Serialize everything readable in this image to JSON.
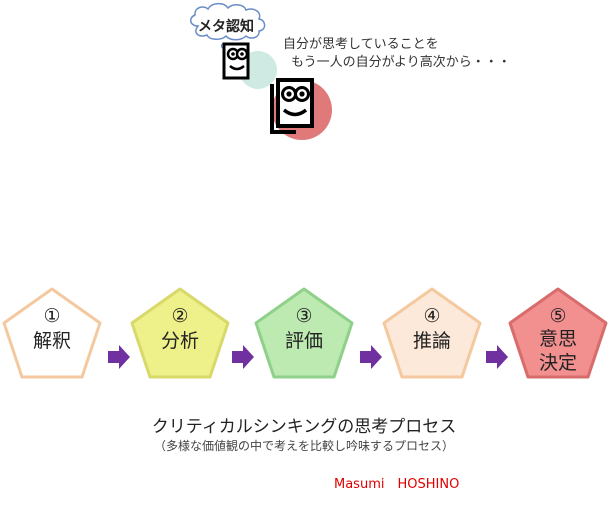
{
  "header": {
    "meta_label": "メタ認知",
    "description_line1": "自分が思考していることを",
    "description_line2": "もう一人の自分がより高次から・・・"
  },
  "steps": [
    {
      "num": "①",
      "label": "解釈",
      "fill": "#ffffff",
      "stroke": "#f4c9a0"
    },
    {
      "num": "②",
      "label": "分析",
      "fill": "#eef08a",
      "stroke": "#d9d96a"
    },
    {
      "num": "③",
      "label": "評価",
      "fill": "#bdeab1",
      "stroke": "#8fd08a"
    },
    {
      "num": "④",
      "label": "推論",
      "fill": "#fde9d9",
      "stroke": "#f4c9a0"
    },
    {
      "num": "⑤",
      "label": "意思\n決定",
      "fill": "#f28f8f",
      "stroke": "#d86c6c"
    }
  ],
  "arrow_color": "#7030a0",
  "title": "クリティカルシンキングの思考プロセス",
  "subtitle": "（多様な価値観の中で考えを比較し吟味するプロセス）",
  "author": "Masumi　HOSHINO",
  "colors": {
    "circle_back": "#cfe9e3",
    "circle_front": "#e07a7a",
    "author": "#e00000"
  }
}
